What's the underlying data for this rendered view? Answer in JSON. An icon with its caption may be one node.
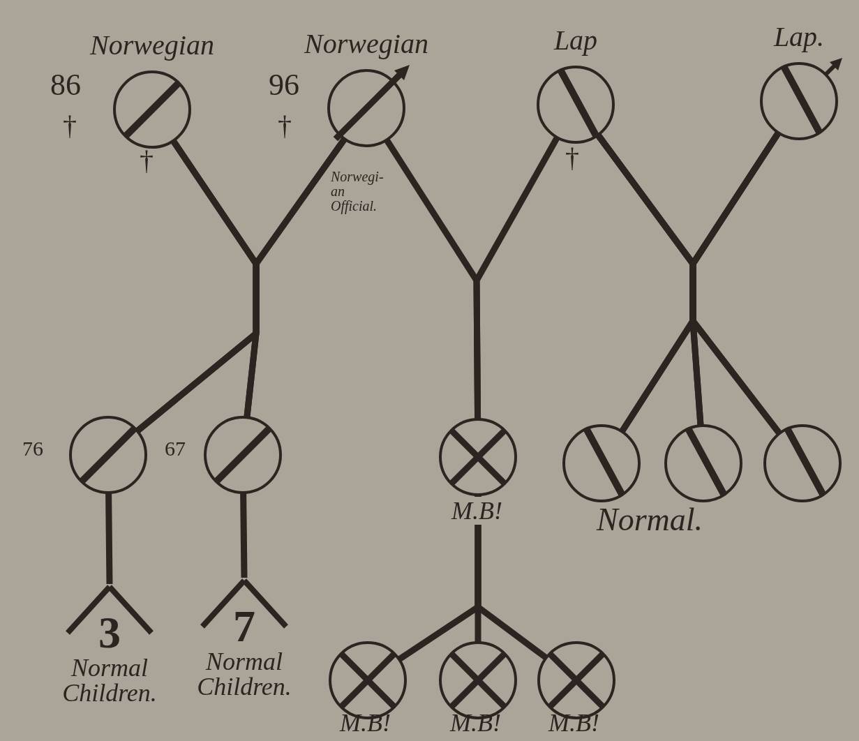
{
  "diagram": {
    "nodes": [
      {
        "text": [
          "Norwegian"
        ],
        "beside": [
          "86",
          "†",
          "†"
        ]
      },
      {
        "text": [
          "Norwegian"
        ],
        "beside": [
          "96",
          "†",
          "Norwegi- an Official."
        ]
      },
      {
        "text": [
          "Lap"
        ],
        "beside": [
          "†"
        ]
      },
      {
        "text": [
          "Lap."
        ]
      },
      {
        "text": [],
        "shape": "circle",
        "beside": [
          "76"
        ]
      },
      {
        "text": [],
        "shape": "circle",
        "beside": [
          "67"
        ]
      },
      {
        "text": [],
        "shape": "circle",
        "beside": [
          "M.B!"
        ]
      },
      {
        "text": [],
        "shape": "circle"
      },
      {
        "text": [],
        "shape": "circle"
      },
      {
        "text": [],
        "shape": "circle"
      },
      {
        "text": [
          "3",
          "Normal Children."
        ]
      },
      {
        "text": [
          "7",
          "Normal Children."
        ]
      },
      {
        "text": [],
        "shape": "circle",
        "beside": [
          "M.B!"
        ]
      },
      {
        "text": [],
        "shape": "circle",
        "beside": [
          "M.B!"
        ]
      },
      {
        "text": [],
        "shape": "circle",
        "beside": [
          "M.B!"
        ]
      }
    ],
    "edges": [
      {
        "from": 0,
        "to": 4,
        "arrow": "none"
      },
      {
        "from": 0,
        "to": 5,
        "arrow": "none"
      },
      {
        "from": 1,
        "to": 4,
        "arrow": "none"
      },
      {
        "from": 1,
        "to": 5,
        "arrow": "none"
      },
      {
        "from": 1,
        "to": 6,
        "arrow": "none"
      },
      {
        "from": 2,
        "to": 6,
        "arrow": "none"
      },
      {
        "from": 2,
        "to": 7,
        "arrow": "none"
      },
      {
        "from": 2,
        "to": 8,
        "arrow": "none"
      },
      {
        "from": 2,
        "to": 9,
        "arrow": "none"
      },
      {
        "from": 3,
        "to": 7,
        "arrow": "none"
      },
      {
        "from": 3,
        "to": 8,
        "arrow": "none"
      },
      {
        "from": 3,
        "to": 9,
        "arrow": "none"
      },
      {
        "from": 4,
        "to": 10,
        "arrow": "none"
      },
      {
        "from": 5,
        "to": 11,
        "arrow": "none"
      },
      {
        "from": 6,
        "to": 12,
        "arrow": "none"
      },
      {
        "from": 6,
        "to": 13,
        "arrow": "none"
      },
      {
        "from": 6,
        "to": 14,
        "arrow": "none"
      }
    ],
    "labels": [
      "Normal."
    ]
  }
}
